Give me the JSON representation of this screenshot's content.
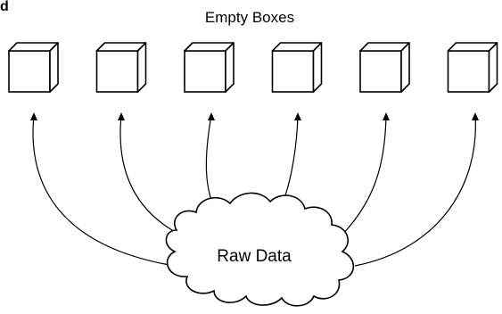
{
  "corner_label": "d",
  "title": "Empty Boxes",
  "source_label": "Raw Data",
  "boxes": [
    "box",
    "box",
    "box",
    "box",
    "box",
    "box"
  ],
  "colors": {
    "stroke": "#000000",
    "background": "#ffffff"
  }
}
